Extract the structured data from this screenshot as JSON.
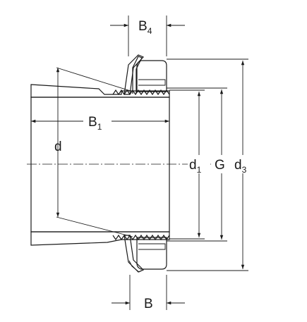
{
  "labels": {
    "b4": "B",
    "b4_sub": "4",
    "b1": "B",
    "b1_sub": "1",
    "d": "d",
    "d1": "d",
    "d1_sub": "1",
    "g": "G",
    "d3": "d",
    "d3_sub": "3",
    "b": "B"
  },
  "colors": {
    "fill": "#a9bee4",
    "line": "#1a1a1a",
    "background": "#ffffff"
  }
}
